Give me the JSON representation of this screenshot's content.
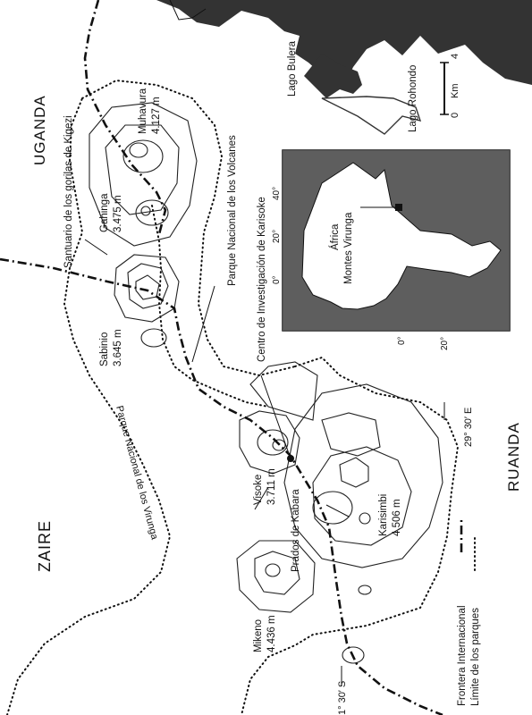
{
  "countries": {
    "uganda": "UGANDA",
    "zaire": "ZAIRE",
    "ruanda": "RUANDA"
  },
  "park_labels": {
    "kigezi": "Santuario de los gorilas de Kigezi",
    "volcanes": "Parque Nacional de los Volcanes",
    "virunga": "Parque Nacional de los Virunga",
    "karisoke": "Centro de Investigación de Karisoke",
    "kabara": "Prados de Kabara"
  },
  "volcanoes": [
    {
      "name": "Muhavura",
      "height": "4.127 m"
    },
    {
      "name": "Gahinga",
      "height": "3.475 m"
    },
    {
      "name": "Sabinio",
      "height": "3.645 m"
    },
    {
      "name": "Visoke",
      "height": "3.711 m"
    },
    {
      "name": "Karisimbi",
      "height": "4.506 m"
    },
    {
      "name": "Mikeno",
      "height": "4.436 m"
    }
  ],
  "lakes": {
    "bulera": "Lago Bulera",
    "rohondo": "Lago Rohondo"
  },
  "scale": {
    "unit": "Km",
    "zero": "0",
    "max": "4"
  },
  "coords": {
    "lat": "1° 30′ S",
    "lon": "29° 30′ E"
  },
  "inset": {
    "africa": "África",
    "virunga": "Montes Virunga",
    "lat_ticks": [
      "0°",
      "20°"
    ],
    "lon_ticks": [
      "0°",
      "20°",
      "40°"
    ]
  },
  "legend": {
    "border": "Frontera Internacional",
    "parks": "Límite de los parques"
  }
}
